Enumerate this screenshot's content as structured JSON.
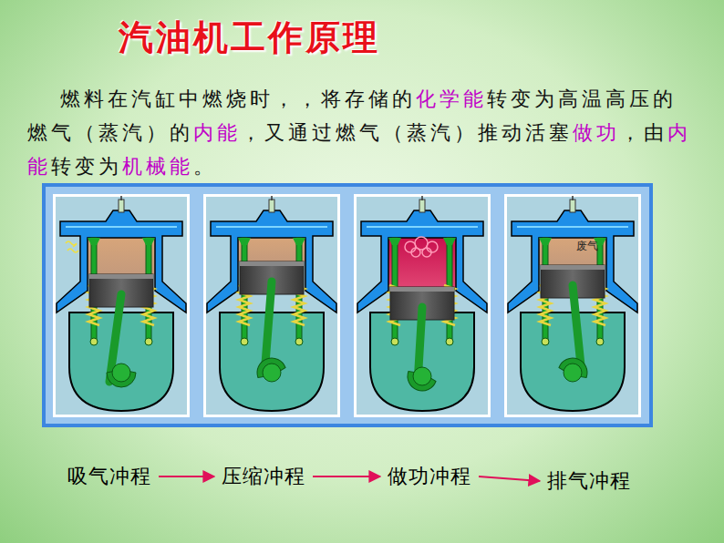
{
  "diagram": {
    "title": "汽油机工作原理",
    "nodes": [
      {
        "text": [
          "吸气冲程"
        ]
      },
      {
        "text": [
          "压缩冲程"
        ]
      },
      {
        "text": [
          "做功冲程"
        ]
      },
      {
        "text": [
          "排气冲程"
        ]
      }
    ],
    "edges": [
      {
        "from": 0,
        "to": 1,
        "arrow": "to"
      },
      {
        "from": 1,
        "to": 2,
        "arrow": "to"
      },
      {
        "from": 2,
        "to": 3,
        "arrow": "to"
      }
    ],
    "labels": [
      "燃料在汽缸中燃烧时，，将存储的",
      "化学能",
      "转变为高温高压的燃气（蒸汽）的",
      "内能",
      "，又通过燃气（蒸汽）推动活塞",
      "做功",
      "，由",
      "内能",
      "转变为",
      "机械能",
      "。",
      "废气"
    ]
  }
}
